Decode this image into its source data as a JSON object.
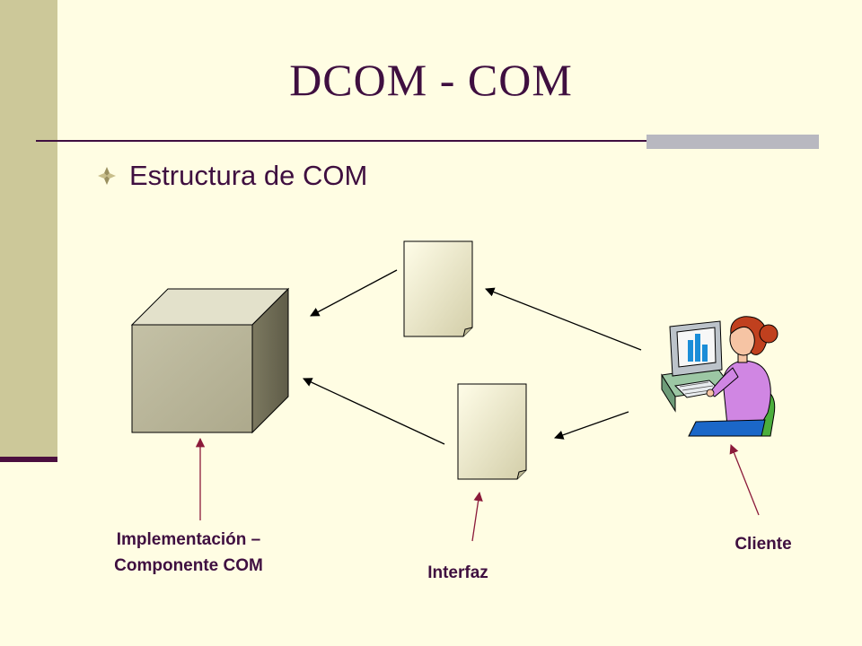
{
  "slide": {
    "title": "DCOM - COM",
    "bullet": "Estructura de COM"
  },
  "labels": {
    "implementation_line1": "Implementación –",
    "implementation_line2": "Componente COM",
    "interface": "Interfaz",
    "client": "Cliente"
  },
  "colors": {
    "background": "#FFFDE3",
    "sidebar": "#CCC899",
    "title": "#3F0F40",
    "callout_arrow": "#8B1A3A"
  }
}
